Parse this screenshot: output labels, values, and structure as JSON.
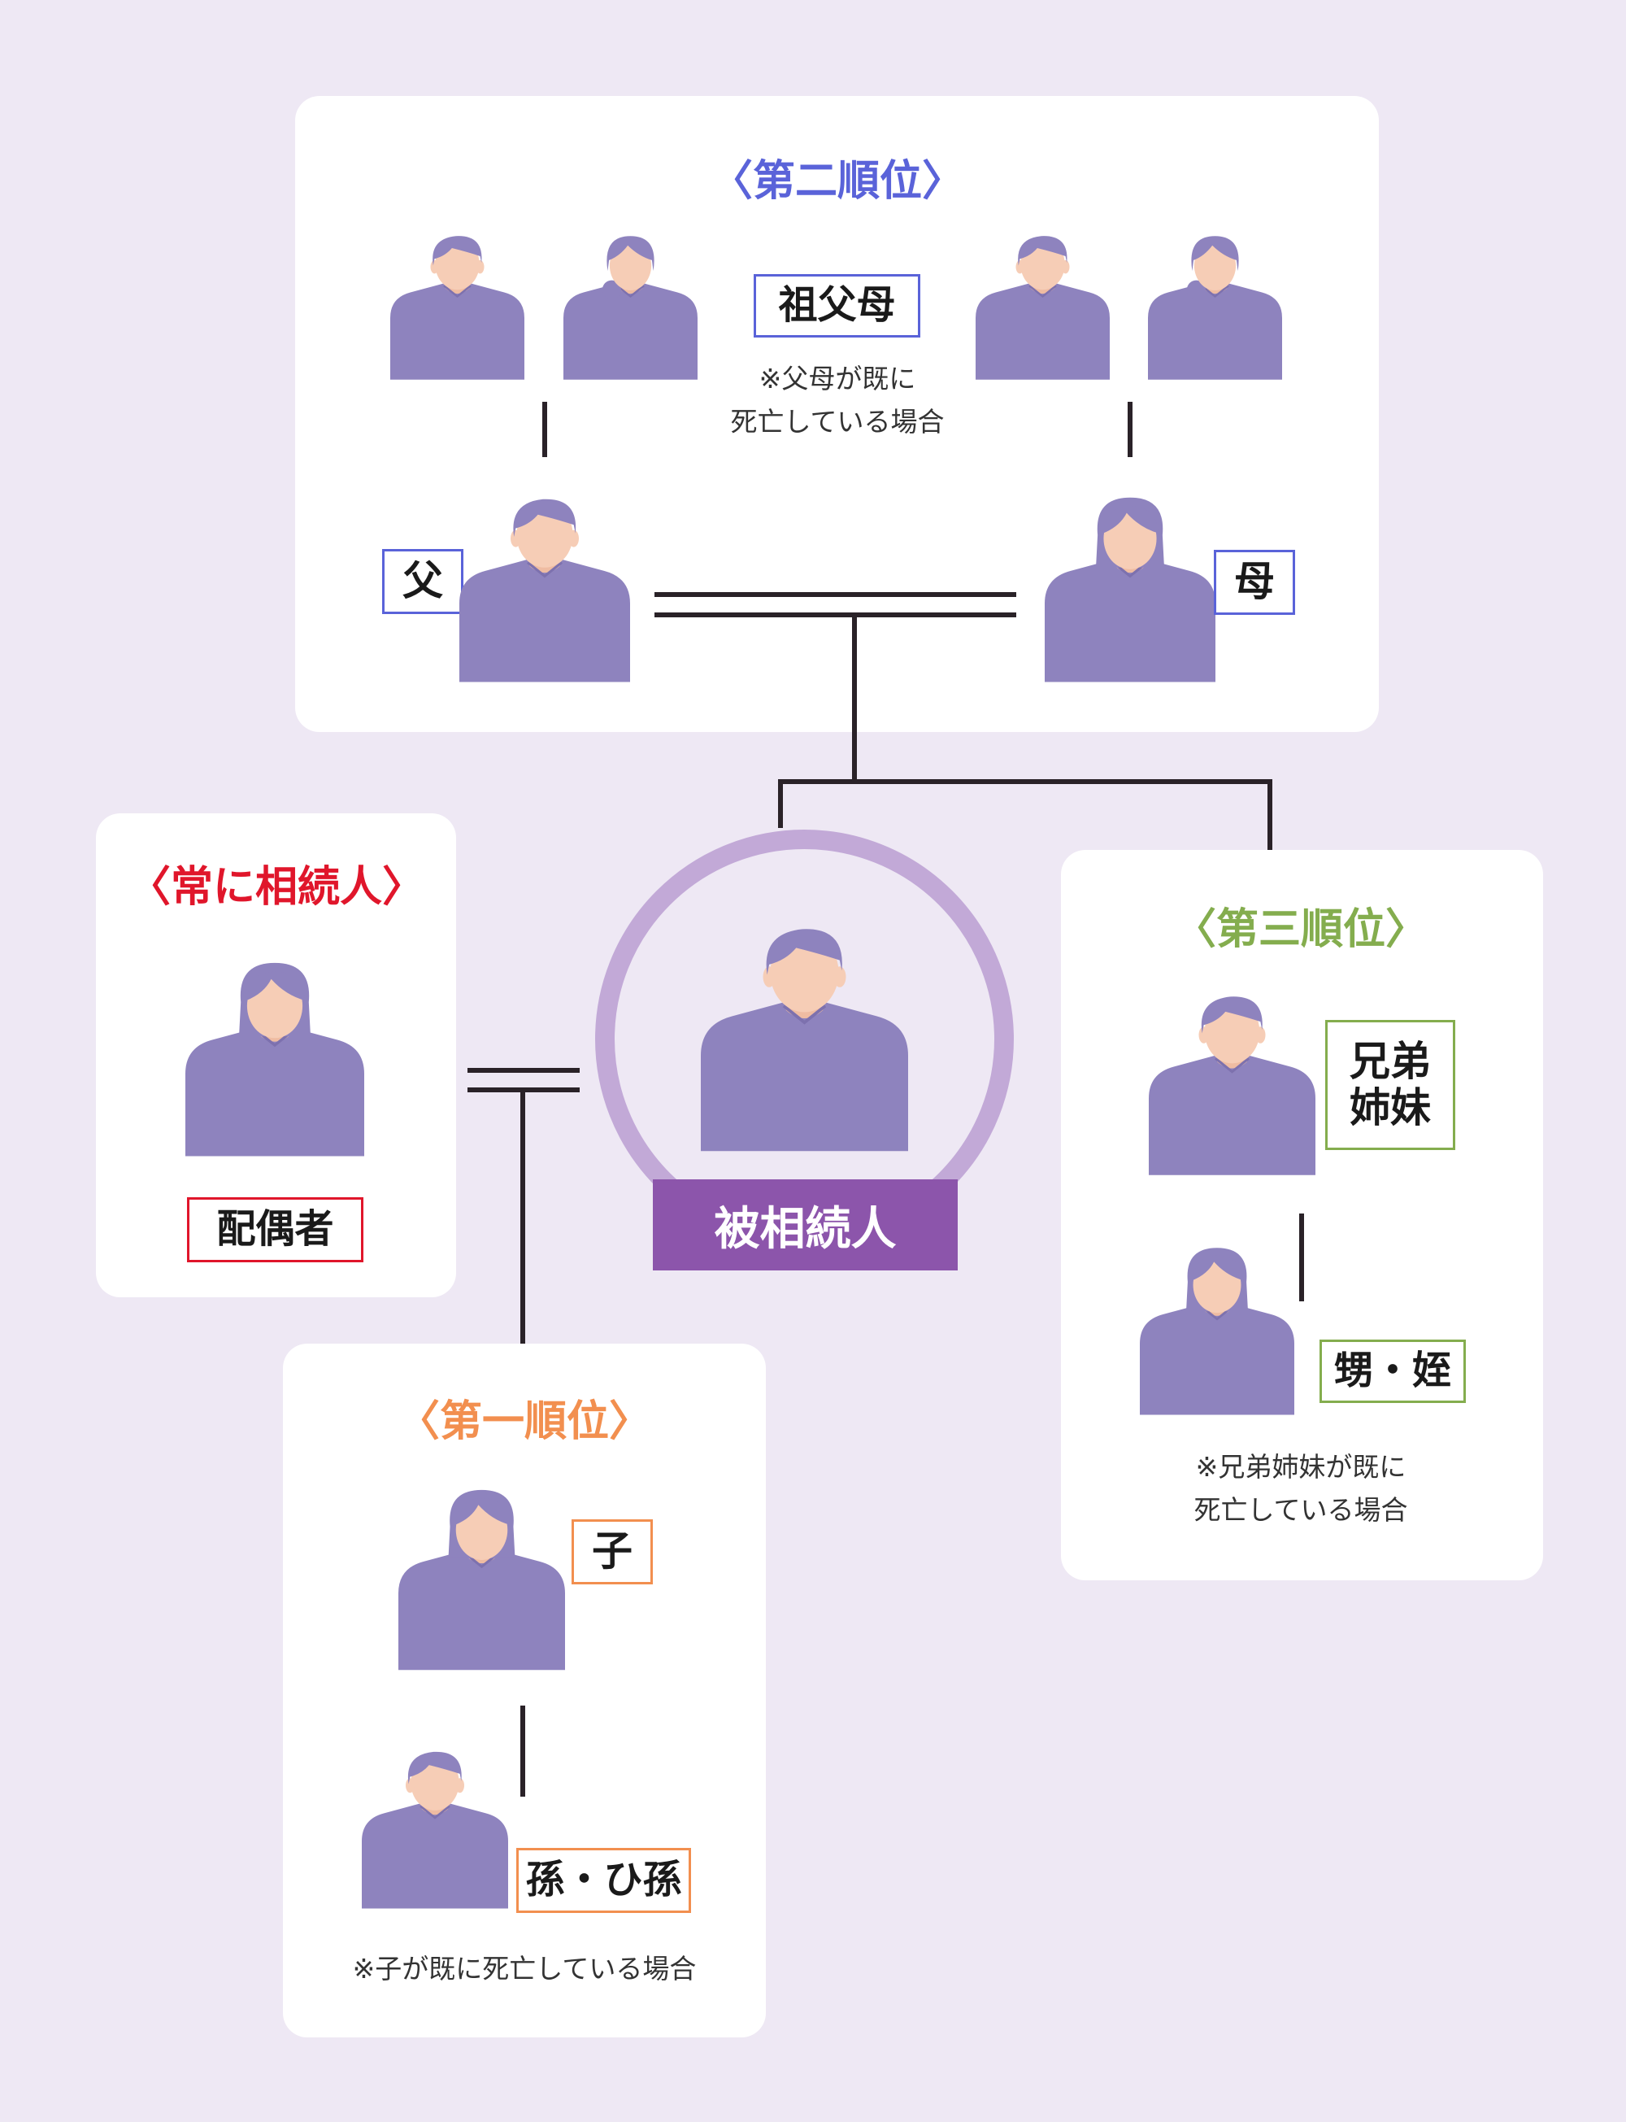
{
  "colors": {
    "background": "#EEE8F4",
    "card": "#FFFFFF",
    "person": "#8E83BE",
    "hair": "#8E83BE",
    "skin": "#F6CDB6",
    "second": "#5A63D9",
    "third": "#84AD4E",
    "first": "#F28F4F",
    "always": "#E0162B",
    "deceased": "#8C55AB",
    "ring": "#C2A9D7",
    "line": "#2A2228"
  },
  "second_rank": {
    "title": "〈第二順位〉",
    "grandparents_label": "祖父母",
    "grandparents_note": "※父母が既に\n死亡している場合",
    "father_label": "父",
    "mother_label": "母"
  },
  "always": {
    "title": "〈常に相続人〉",
    "spouse_label": "配偶者"
  },
  "decedent": {
    "label": "被相続人"
  },
  "third_rank": {
    "title": "〈第三順位〉",
    "siblings_label": "兄弟\n姉妹",
    "nephew_label": "甥・姪",
    "note": "※兄弟姉妹が既に\n死亡している場合"
  },
  "first_rank": {
    "title": "〈第一順位〉",
    "child_label": "子",
    "grandchild_label": "孫・ひ孫",
    "note": "※子が既に死亡している場合"
  }
}
